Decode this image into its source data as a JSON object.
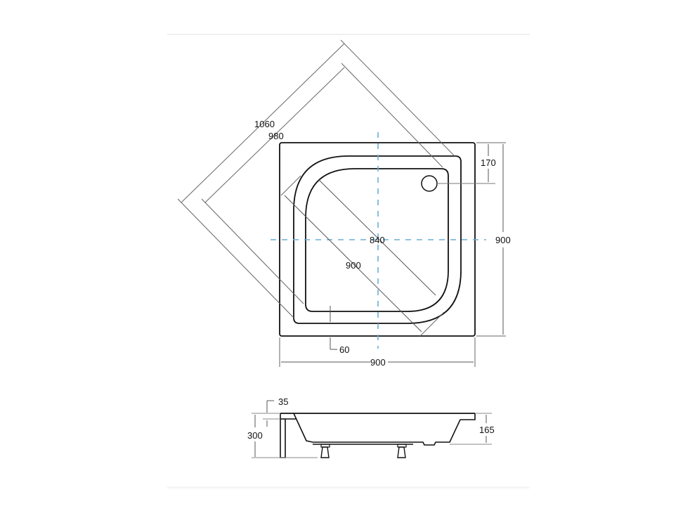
{
  "drawing": {
    "title": "Square shower tray technical drawing",
    "colors": {
      "outline": "#111111",
      "dimension_line": "#555555",
      "axis_dashed": "#6aaed6"
    },
    "top_view": {
      "dimensions": {
        "outer_diagonal": "1060",
        "rim_diagonal": "980",
        "basin_diagonal": "840",
        "inner_diagonal": "900",
        "drain_offset": "170",
        "height": "900",
        "width": "900",
        "rim_width": "60"
      }
    },
    "side_view": {
      "dimensions": {
        "rim_thickness": "35",
        "total_height": "300",
        "tray_depth": "165"
      }
    }
  }
}
